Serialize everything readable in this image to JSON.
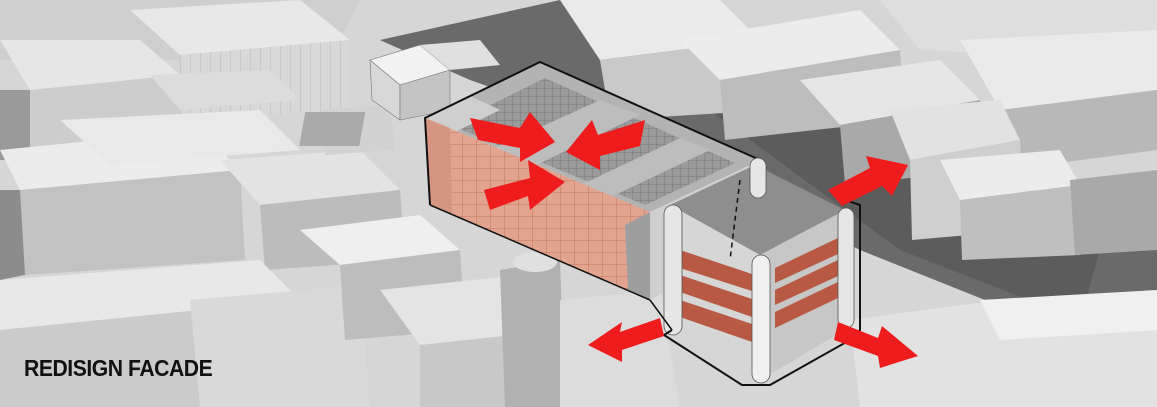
{
  "caption": {
    "title": "REDISIGN FACADE"
  },
  "colors": {
    "background": "#d9d9d9",
    "building_light": "#ececec",
    "building_mid": "#c6c6c6",
    "building_dark": "#8c8c8c",
    "street": "#5e5e5e",
    "facade_brick": "#e2a48e",
    "facade_brick_dark": "#b85a43",
    "arrow": "#ee1c1c",
    "outline": "#111111",
    "caption_text": "#111111"
  },
  "icons": {
    "arrows": [
      "arrow-inward-top-left",
      "arrow-inward-top-right",
      "arrow-inward-left",
      "arrow-outward-north-east",
      "arrow-outward-south-west",
      "arrow-outward-south-east"
    ]
  }
}
